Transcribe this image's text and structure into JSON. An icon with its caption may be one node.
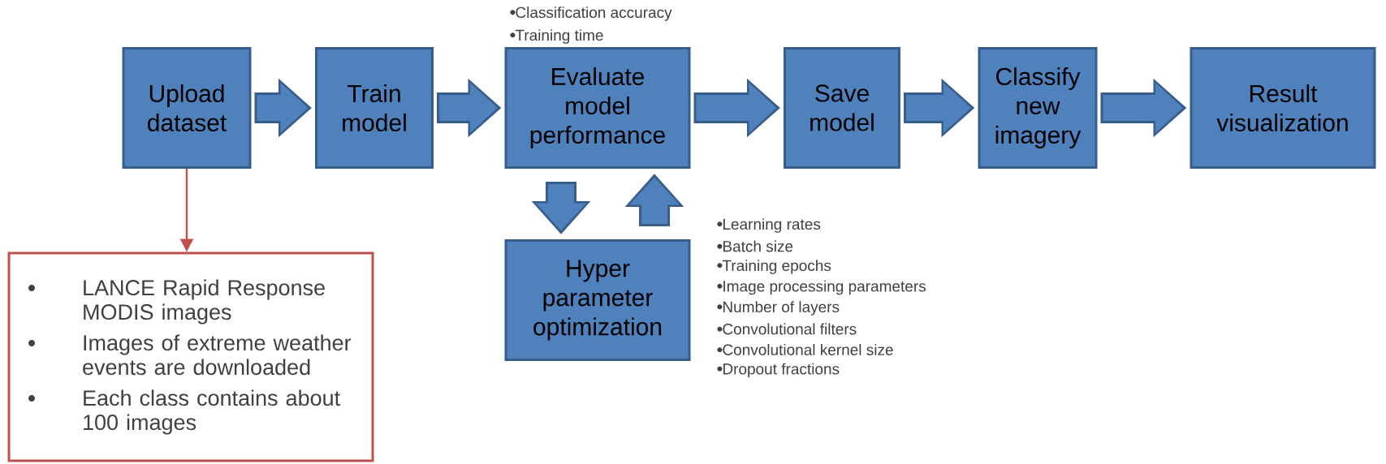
{
  "diagram": {
    "nodes": [
      {
        "text": [
          "Upload dataset"
        ]
      },
      {
        "text": [
          "Train model"
        ]
      },
      {
        "text": [
          "Evaluate model performance"
        ],
        "beside": [
          "Classification accuracy",
          "Training time"
        ]
      },
      {
        "text": [
          "Save model"
        ]
      },
      {
        "text": [
          "Classify new imagery"
        ]
      },
      {
        "text": [
          "Result visualization"
        ]
      },
      {
        "text": [
          "Hyper parameter optimization"
        ],
        "beside": [
          "Learning rates",
          "Batch size",
          "Training epochs",
          "Image processing parameters",
          "Number of layers",
          "Convolutional filters",
          "Convolutional kernel size",
          "Dropout fractions"
        ]
      },
      {
        "text": [
          "LANCE Rapid Response MODIS images",
          "Images of extreme weather events are downloaded",
          "Each class contains about 100 images"
        ]
      }
    ],
    "edges": [
      {
        "from": 0,
        "to": 1,
        "arrow": "to"
      },
      {
        "from": 1,
        "to": 2,
        "arrow": "to"
      },
      {
        "from": 2,
        "to": 3,
        "arrow": "to"
      },
      {
        "from": 3,
        "to": 4,
        "arrow": "to"
      },
      {
        "from": 4,
        "to": 5,
        "arrow": "to"
      },
      {
        "from": 2,
        "to": 6,
        "arrow": "to"
      },
      {
        "from": 6,
        "to": 2,
        "arrow": "to"
      },
      {
        "from": 0,
        "to": 7,
        "arrow": "to",
        "color": "#c0504d"
      }
    ]
  }
}
